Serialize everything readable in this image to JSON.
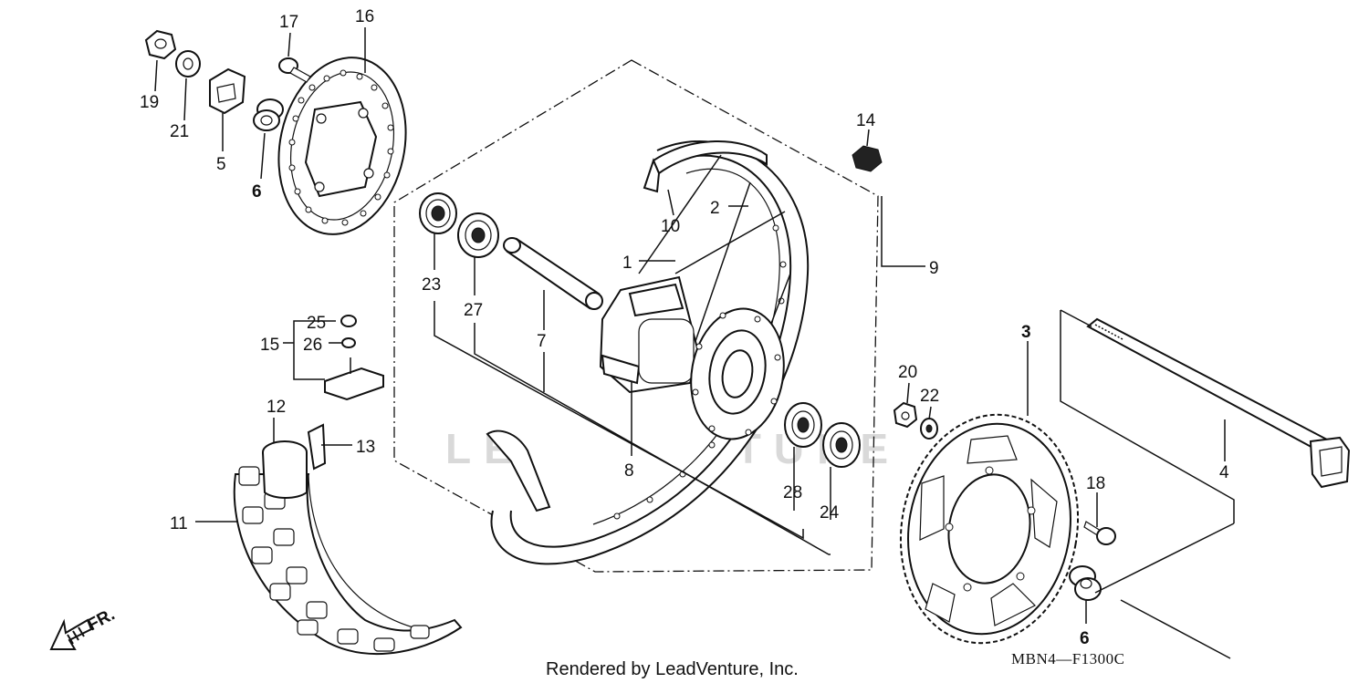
{
  "diagram": {
    "callouts": {
      "c1": "1",
      "c2": "2",
      "c3": "3",
      "c4": "4",
      "c5": "5",
      "c6a": "6",
      "c6b": "6",
      "c7": "7",
      "c8": "8",
      "c9": "9",
      "c10": "10",
      "c11": "11",
      "c12": "12",
      "c13": "13",
      "c14": "14",
      "c15": "15",
      "c16": "16",
      "c17": "17",
      "c18": "18",
      "c19": "19",
      "c20": "20",
      "c21": "21",
      "c22": "22",
      "c23": "23",
      "c24": "24",
      "c25": "25",
      "c26": "26",
      "c27": "27",
      "c28": "28"
    },
    "front_indicator": "FR.",
    "watermark": "LEADVENTURE",
    "diagram_code": "MBN4—F1300C",
    "footer": "Rendered by LeadVenture, Inc."
  }
}
